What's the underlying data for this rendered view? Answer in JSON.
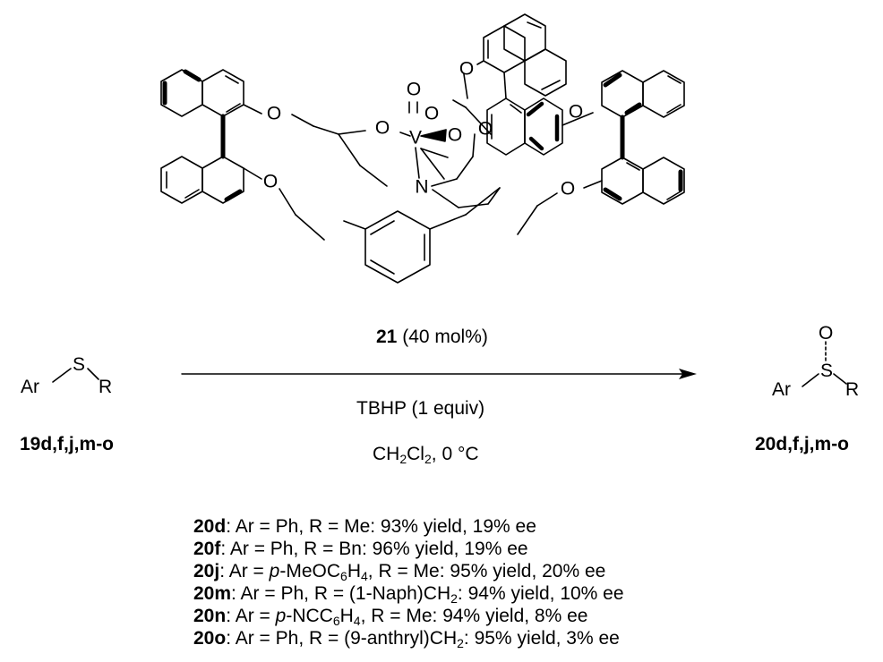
{
  "catalyst": {
    "atoms": {
      "o": "O",
      "v": "V",
      "n": "N"
    }
  },
  "reaction": {
    "reactant": {
      "ar": "Ar",
      "s": "S",
      "r": "R",
      "label": "19d,f,j,m-o"
    },
    "product": {
      "o": "O",
      "ar": "Ar",
      "s": "S",
      "r": "R",
      "label": "20d,f,j,m-o"
    },
    "condition_catalyst_id": "21",
    "condition_catalyst_amount": "(40 mol%)",
    "condition_oxidant": "TBHP (1 equiv)",
    "condition_solvent_a": "CH",
    "condition_solvent_sub1": "2",
    "condition_solvent_b": "Cl",
    "condition_solvent_sub2": "2",
    "condition_solvent_c": ", 0 °C"
  },
  "results": [
    {
      "id": "20d",
      "parts": [
        ": Ar = Ph, R = Me: 93% yield, 19% ee"
      ]
    },
    {
      "id": "20f",
      "parts": [
        ": Ar = Ph, R = Bn: 96% yield, 19% ee"
      ]
    },
    {
      "id": "20j",
      "pre": ": Ar = ",
      "ital": "p",
      "mid": "-MeOC",
      "sub": "6",
      "post": "H",
      "sub2": "4",
      "tail": ", R = Me: 95% yield, 20% ee"
    },
    {
      "id": "20m",
      "pre": ": Ar = Ph, R = (1-Naph)CH",
      "sub": "2",
      "tail": ": 94% yield, 10% ee"
    },
    {
      "id": "20n",
      "pre": ": Ar = ",
      "ital": "p",
      "mid": "-NCC",
      "sub": "6",
      "post": "H",
      "sub2": "4",
      "tail": ", R = Me: 94% yield, 8% ee"
    },
    {
      "id": "20o",
      "pre": ": Ar = Ph, R = (9-anthryl)CH",
      "sub": "2",
      "tail": ": 95% yield, 3% ee"
    }
  ]
}
